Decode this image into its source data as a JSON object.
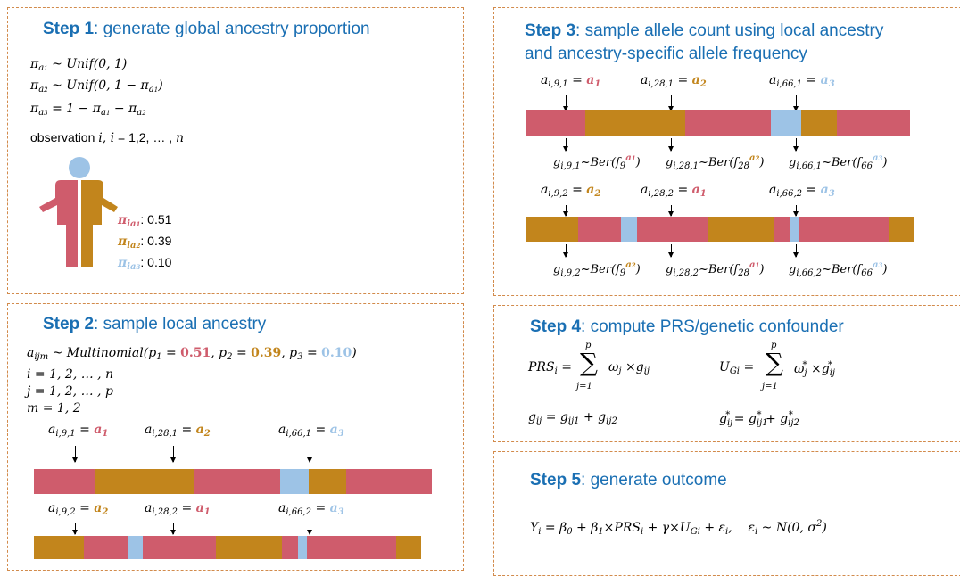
{
  "colors": {
    "a1": "#cf5c6c",
    "a2": "#c2851c",
    "a3": "#9dc3e6",
    "title": "#1a6fb3",
    "border": "#d28b4c"
  },
  "step1": {
    "title_bold": "Step 1",
    "title_rest": ": generate global ancestry proportion",
    "eq1": "π_{a1} ~ Unif(0, 1)",
    "eq2": "π_{a2} ~ Unif(0, 1 − π_{a1})",
    "eq3": "π_{a3} = 1 − π_{a1} − π_{a2}",
    "observation": "observation i, i = 1,2, … , n",
    "prop1_label": "π_{ia1}",
    "prop1_value": ": 0.51",
    "prop2_label": "π_{ia2}",
    "prop2_value": ": 0.39",
    "prop3_label": "π_{ia3}",
    "prop3_value": ": 0.10"
  },
  "step2": {
    "title_bold": "Step 2",
    "title_rest": ": sample local ancestry",
    "eq_main": "a_{ijm} ~ Multinomial(p1 = 0.51, p2 = 0.39, p3 = 0.10)",
    "p1": "0.51",
    "p2": "0.39",
    "p3": "0.10",
    "i_range": "i = 1, 2, … , n",
    "j_range": "j = 1, 2, … , p",
    "m_range": "m = 1, 2",
    "row1_labels": [
      "a_{i,9,1} = a1",
      "a_{i,28,1} = a2",
      "a_{i,66,1} = a3"
    ],
    "row2_labels": [
      "a_{i,9,2} = a2",
      "a_{i,28,2} = a1",
      "a_{i,66,2} = a3"
    ]
  },
  "step3": {
    "title_bold": "Step 3",
    "title_rest1": ": sample allele count using local ancestry",
    "title_rest2": "and ancestry-specific allele frequency",
    "row1_labels": [
      "a_{i,9,1} = a1",
      "a_{i,28,1} = a2",
      "a_{i,66,1} = a3"
    ],
    "row1_outputs": [
      "g_{i,9,1}~Ber(f_9^{a1})",
      "g_{i,28,1}~Ber(f_28^{a2})",
      "g_{i,66,1}~Ber(f_66^{a3})"
    ],
    "row2_labels": [
      "a_{i,9,2} = a2",
      "a_{i,28,2} = a1",
      "a_{i,66,2} = a3"
    ],
    "row2_outputs": [
      "g_{i,9,2}~Ber(f_9^{a2})",
      "g_{i,28,2}~Ber(f_28^{a1})",
      "g_{i,66,2}~Ber(f_66^{a3})"
    ]
  },
  "step4": {
    "title_bold": "Step 4",
    "title_rest": ": compute PRS/genetic confounder",
    "prs": "PRS_i = Σ_{j=1}^{p} ω_j × g_ij",
    "ug": "U_Gi = Σ_{j=1}^{p} ω*_j × g*_ij",
    "gij": "g_ij = g_ij1 + g_ij2",
    "gij_star": "g*_ij = g*_ij1 + g*_ij2"
  },
  "step5": {
    "title_bold": "Step 5",
    "title_rest": ": generate outcome",
    "eq": "Y_i = β0 + β1×PRS_i + γ×U_Gi + ε_i,   ε_i ~ N(0, σ²)"
  }
}
